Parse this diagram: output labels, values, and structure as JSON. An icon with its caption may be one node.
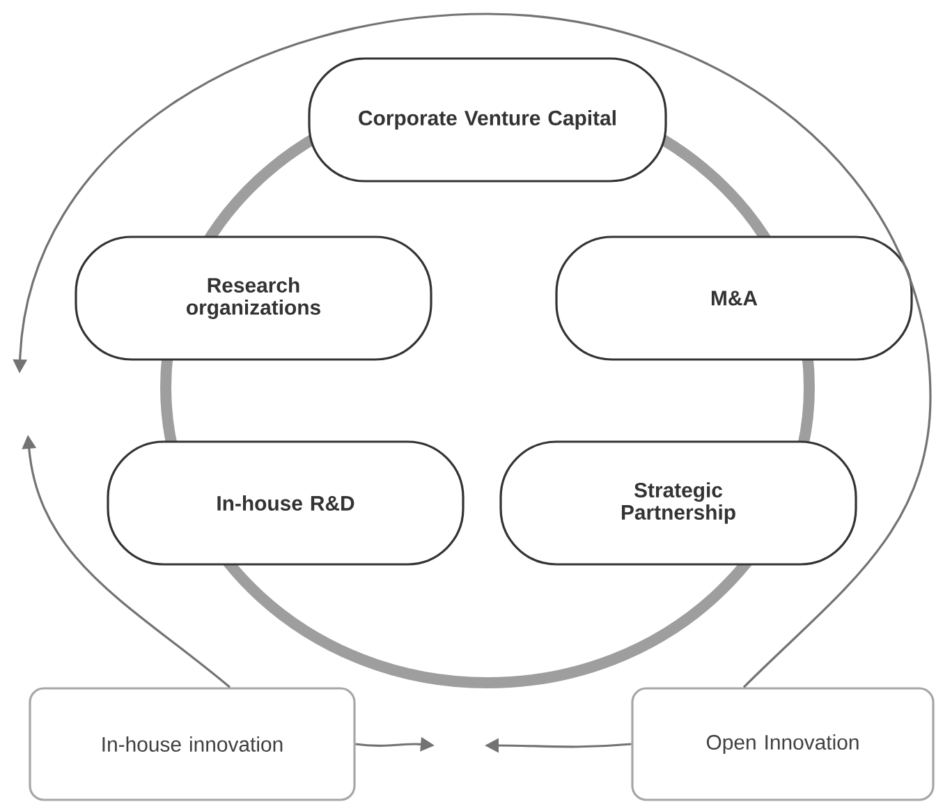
{
  "diagram": {
    "nodes": [
      {
        "text": [
          "Corporate Venture Capital"
        ]
      },
      {
        "text": [
          "Research organizations"
        ]
      },
      {
        "text": [
          "M&A"
        ]
      },
      {
        "text": [
          "In-house R&D"
        ]
      },
      {
        "text": [
          "Strategic Partnership"
        ]
      },
      {
        "text": [
          "In-house innovation"
        ]
      },
      {
        "text": [
          "Open Innovation"
        ]
      }
    ],
    "edges": [
      {
        "from": 5,
        "to": null,
        "arrow": "to"
      },
      {
        "from": 6,
        "to": null,
        "arrow": "to"
      },
      {
        "from": 5,
        "to": null,
        "arrow": "to"
      },
      {
        "from": 6,
        "to": null,
        "arrow": "to"
      }
    ]
  }
}
